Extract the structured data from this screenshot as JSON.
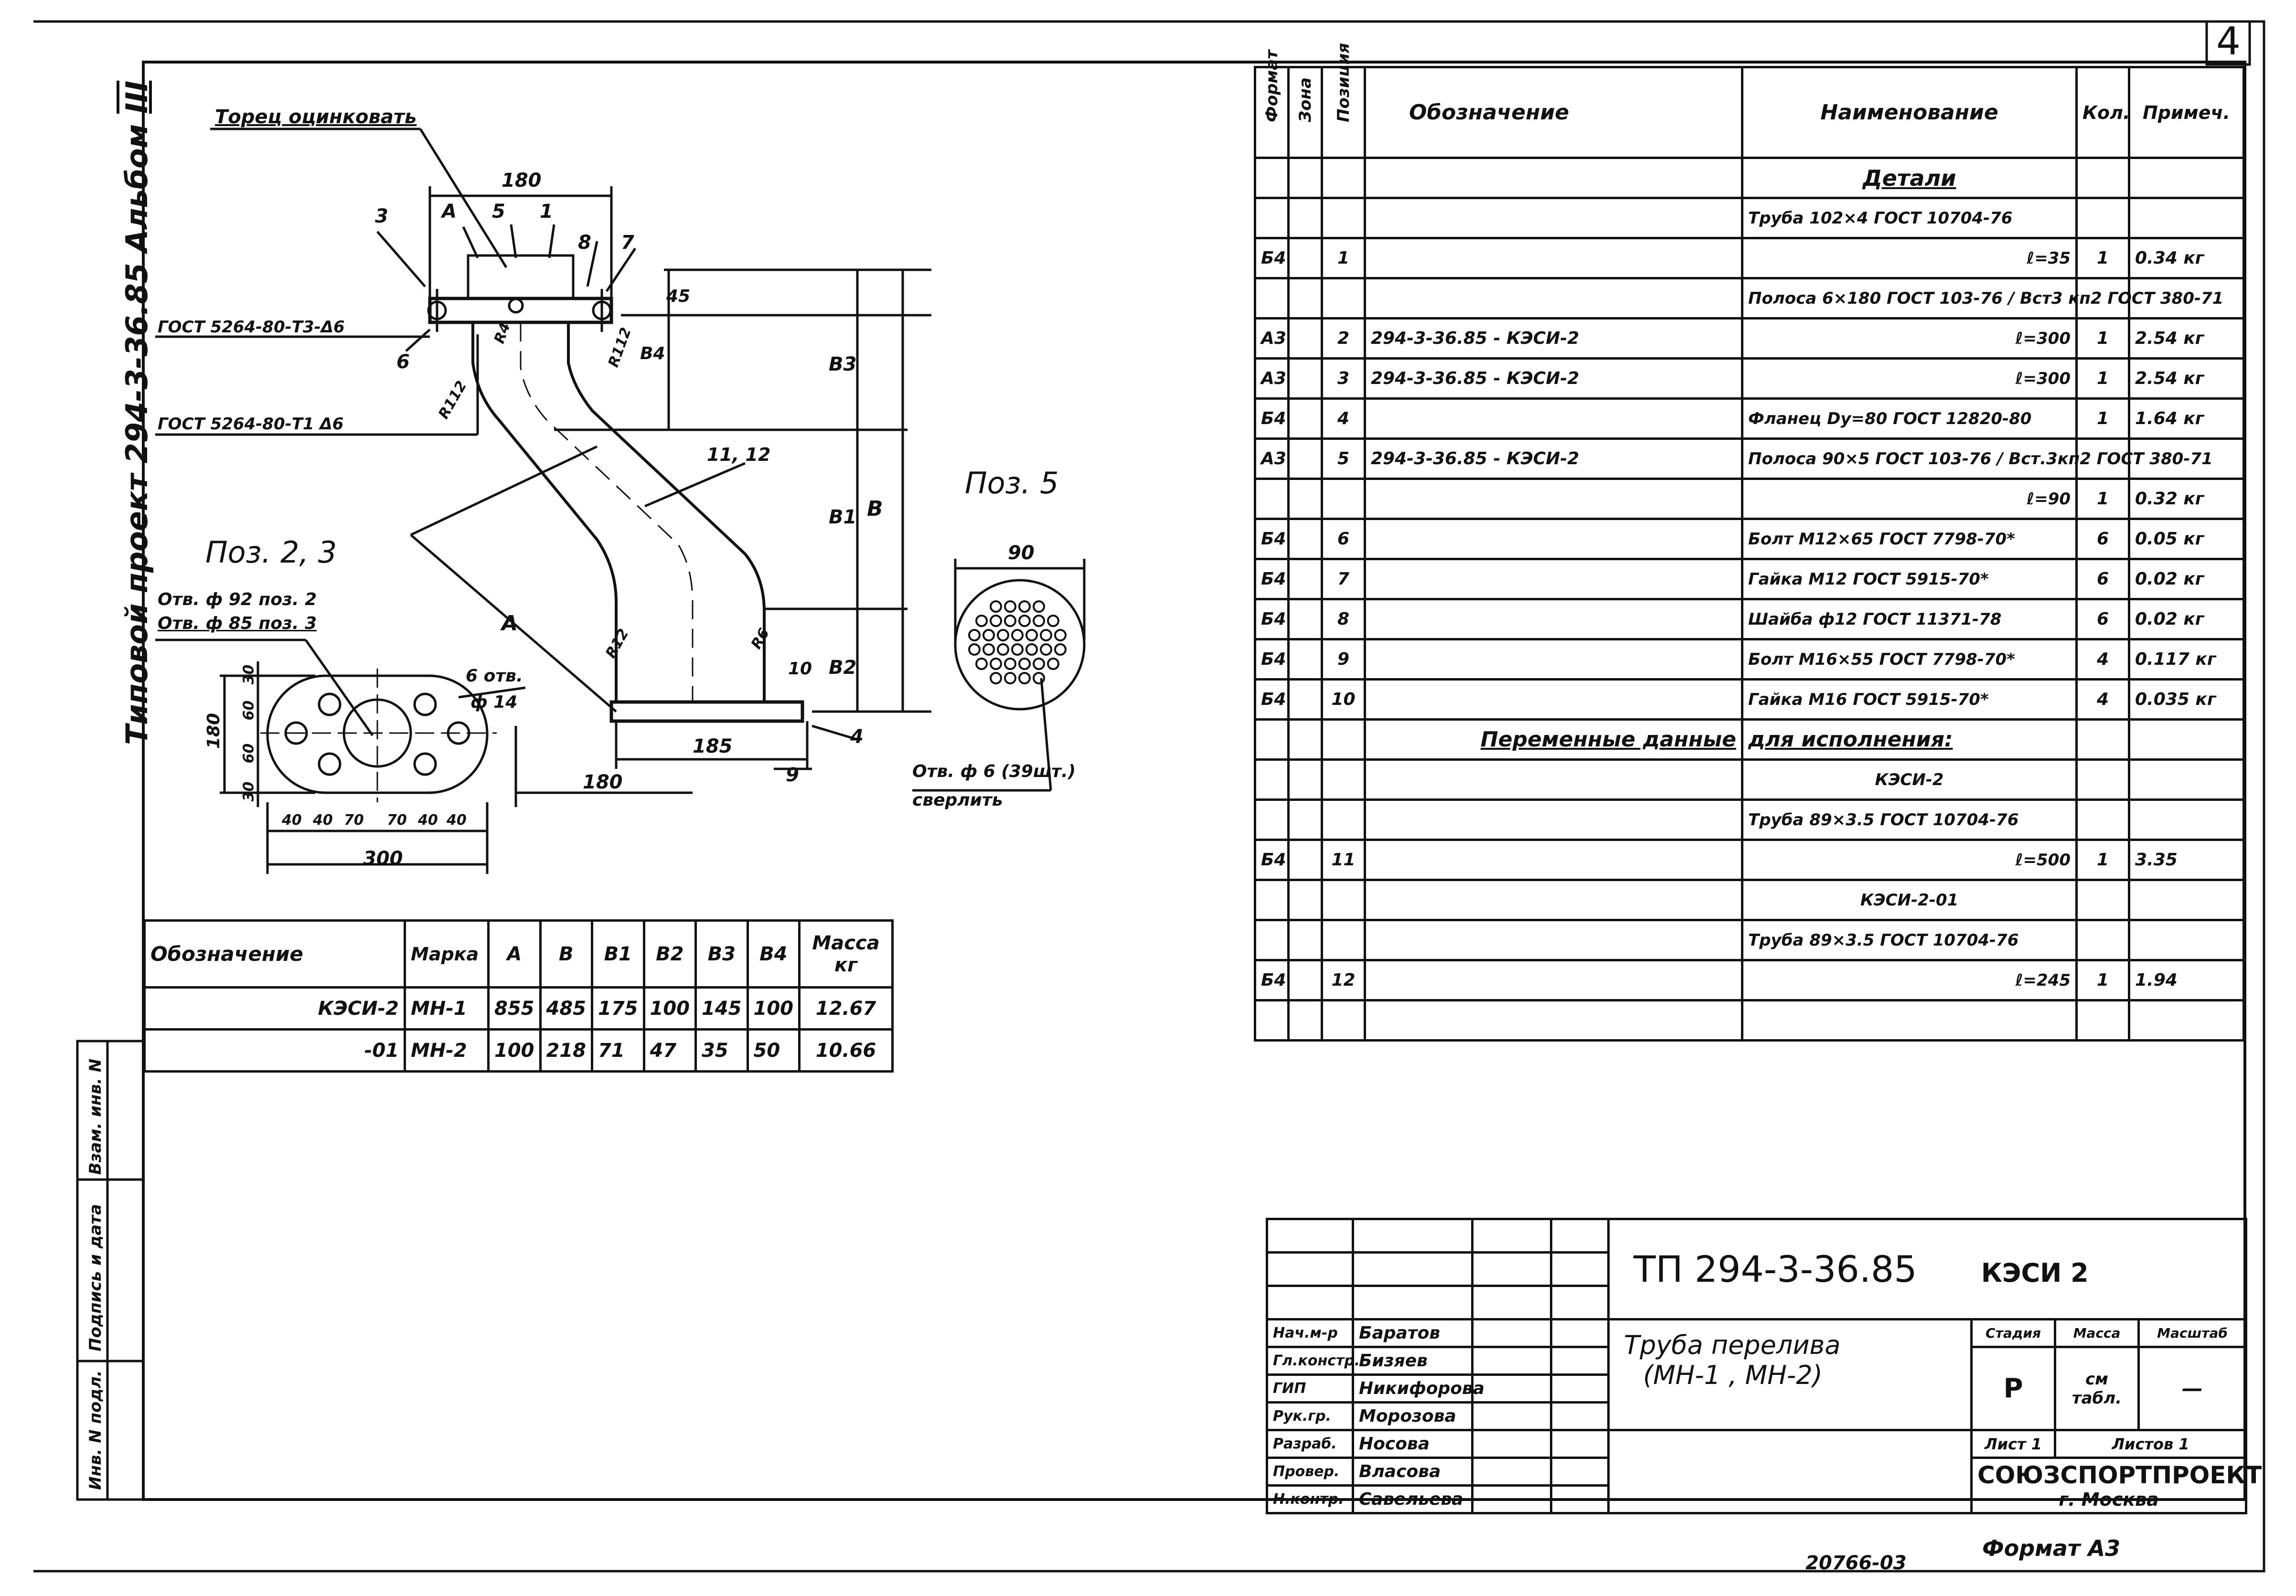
{
  "sheet_number": "4",
  "side_label": {
    "left": "Типовой проект 294-3-36.85 Альбом",
    "album": "III"
  },
  "main_view": {
    "labels": {
      "torets": "Торец оцинковать",
      "gost1": "ГОСТ 5264-80-Т3-Δ6",
      "gost2": "ГОСТ 5264-80-Т1 Δ6",
      "dim_180_top": "180",
      "dim_185": "185",
      "dim_180_bottom": "180",
      "A_top": "A",
      "A_diag": "A",
      "pipe_ref": "11, 12",
      "B": "B",
      "B1": "B1",
      "B2": "B2",
      "B3": "B3",
      "B4": "B4",
      "dim_45": "45",
      "pos": [
        "3",
        "5",
        "1",
        "8",
        "7",
        "6",
        "10",
        "4",
        "9"
      ],
      "rad": [
        "R112",
        "R112",
        "R4",
        "R6",
        "R12"
      ]
    }
  },
  "pos23_view": {
    "title": "Поз. 2, 3",
    "hole1": "Отв. ф 92 поз. 2",
    "hole2": "Отв. ф 85 поз. 3",
    "holes_note_1": "6 отв.",
    "holes_note_2": "ф 14",
    "dims_vert": [
      "180",
      "30",
      "60",
      "60",
      "30"
    ],
    "dims_horiz": [
      "40",
      "40",
      "70",
      "70",
      "40",
      "40"
    ],
    "dim_total": "300"
  },
  "pos5_view": {
    "title": "Поз. 5",
    "dim": "90",
    "note1": "Отв. ф 6 (39шт.)",
    "note2": "сверлить"
  },
  "mass_table": {
    "headers": [
      "Обозначение",
      "Марка",
      "A",
      "B",
      "B1",
      "B2",
      "B3",
      "B4",
      "Масса кг"
    ],
    "rows": [
      [
        "КЭСИ-2",
        "МН-1",
        "855",
        "485",
        "175",
        "100",
        "145",
        "100",
        "12.67"
      ],
      [
        "-01",
        "МН-2",
        "100",
        "218",
        "71",
        "47",
        "35",
        "50",
        "10.66"
      ]
    ]
  },
  "spec_table": {
    "headers": [
      "Формат",
      "Зона",
      "Позиция",
      "Обозначение",
      "Наименование",
      "Кол.",
      "Примеч."
    ],
    "rows": [
      [
        "",
        "",
        "",
        "",
        "Детали",
        "",
        ""
      ],
      [
        "",
        "",
        "",
        "",
        "Труба 102×4 ГОСТ 10704-76",
        "",
        ""
      ],
      [
        "Б4",
        "",
        "1",
        "",
        "ℓ=35",
        "1",
        "0.34 кг"
      ],
      [
        "",
        "",
        "",
        "",
        "Полоса 6×180 ГОСТ 103-76 / Вст3 кп2 ГОСТ 380-71",
        "",
        ""
      ],
      [
        "А3",
        "",
        "2",
        "294-3-36.85 - КЭСИ-2",
        "ℓ=300",
        "1",
        "2.54 кг"
      ],
      [
        "А3",
        "",
        "3",
        "294-3-36.85 - КЭСИ-2",
        "ℓ=300",
        "1",
        "2.54 кг"
      ],
      [
        "Б4",
        "",
        "4",
        "",
        "Фланец Dу=80 ГОСТ 12820-80",
        "1",
        "1.64 кг"
      ],
      [
        "А3",
        "",
        "5",
        "294-3-36.85 - КЭСИ-2",
        "Полоса 90×5 ГОСТ 103-76 / Вст.3кп2 ГОСТ 380-71",
        "",
        ""
      ],
      [
        "",
        "",
        "",
        "",
        "ℓ=90",
        "1",
        "0.32 кг"
      ],
      [
        "Б4",
        "",
        "6",
        "",
        "Болт М12×65 ГОСТ 7798-70*",
        "6",
        "0.05 кг"
      ],
      [
        "Б4",
        "",
        "7",
        "",
        "Гайка М12 ГОСТ 5915-70*",
        "6",
        "0.02 кг"
      ],
      [
        "Б4",
        "",
        "8",
        "",
        "Шайба ф12 ГОСТ 11371-78",
        "6",
        "0.02 кг"
      ],
      [
        "Б4",
        "",
        "9",
        "",
        "Болт М16×55 ГОСТ 7798-70*",
        "4",
        "0.117 кг"
      ],
      [
        "Б4",
        "",
        "10",
        "",
        "Гайка М16 ГОСТ 5915-70*",
        "4",
        "0.035 кг"
      ],
      [
        "",
        "",
        "",
        "Переменные данные",
        "для исполнения:",
        "",
        ""
      ],
      [
        "",
        "",
        "",
        "",
        "КЭСИ-2",
        "",
        ""
      ],
      [
        "",
        "",
        "",
        "",
        "Труба 89×3.5 ГОСТ 10704-76",
        "",
        ""
      ],
      [
        "Б4",
        "",
        "11",
        "",
        "ℓ=500",
        "1",
        "3.35"
      ],
      [
        "",
        "",
        "",
        "",
        "КЭСИ-2-01",
        "",
        ""
      ],
      [
        "",
        "",
        "",
        "",
        "Труба 89×3.5 ГОСТ 10704-76",
        "",
        ""
      ],
      [
        "Б4",
        "",
        "12",
        "",
        "ℓ=245",
        "1",
        "1.94"
      ],
      [
        "",
        "",
        "",
        "",
        "",
        "",
        ""
      ]
    ]
  },
  "title_block": {
    "code": "ТП 294-3-36.85",
    "mark": "КЭСИ 2",
    "name_line1": "Труба перелива",
    "name_line2": "(МН-1 , МН-2)",
    "stage_h": "Стадия",
    "mass_h": "Масса",
    "scale_h": "Масштаб",
    "stage": "Р",
    "mass": "см табл.",
    "scale": "—",
    "sheet": "Лист 1",
    "sheets": "Листов 1",
    "org": "СОЮЗСПОРТПРОЕКТ",
    "city": "г. Москва",
    "staff": [
      [
        "Нач.м-р",
        "Баратов"
      ],
      [
        "Гл.констр.",
        "Бизяев"
      ],
      [
        "ГИП",
        "Никифорова"
      ],
      [
        "Рук.гр.",
        "Морозова"
      ],
      [
        "Разраб.",
        "Носова"
      ],
      [
        "Провер.",
        "Власова"
      ],
      [
        "Н.контр.",
        "Савельева"
      ]
    ]
  },
  "stamp_vertical": [
    "Инв. N подл.",
    "Подпись и дата",
    "Взам. инв. N"
  ],
  "footer": {
    "number": "20766-03",
    "format": "Формат А3"
  }
}
